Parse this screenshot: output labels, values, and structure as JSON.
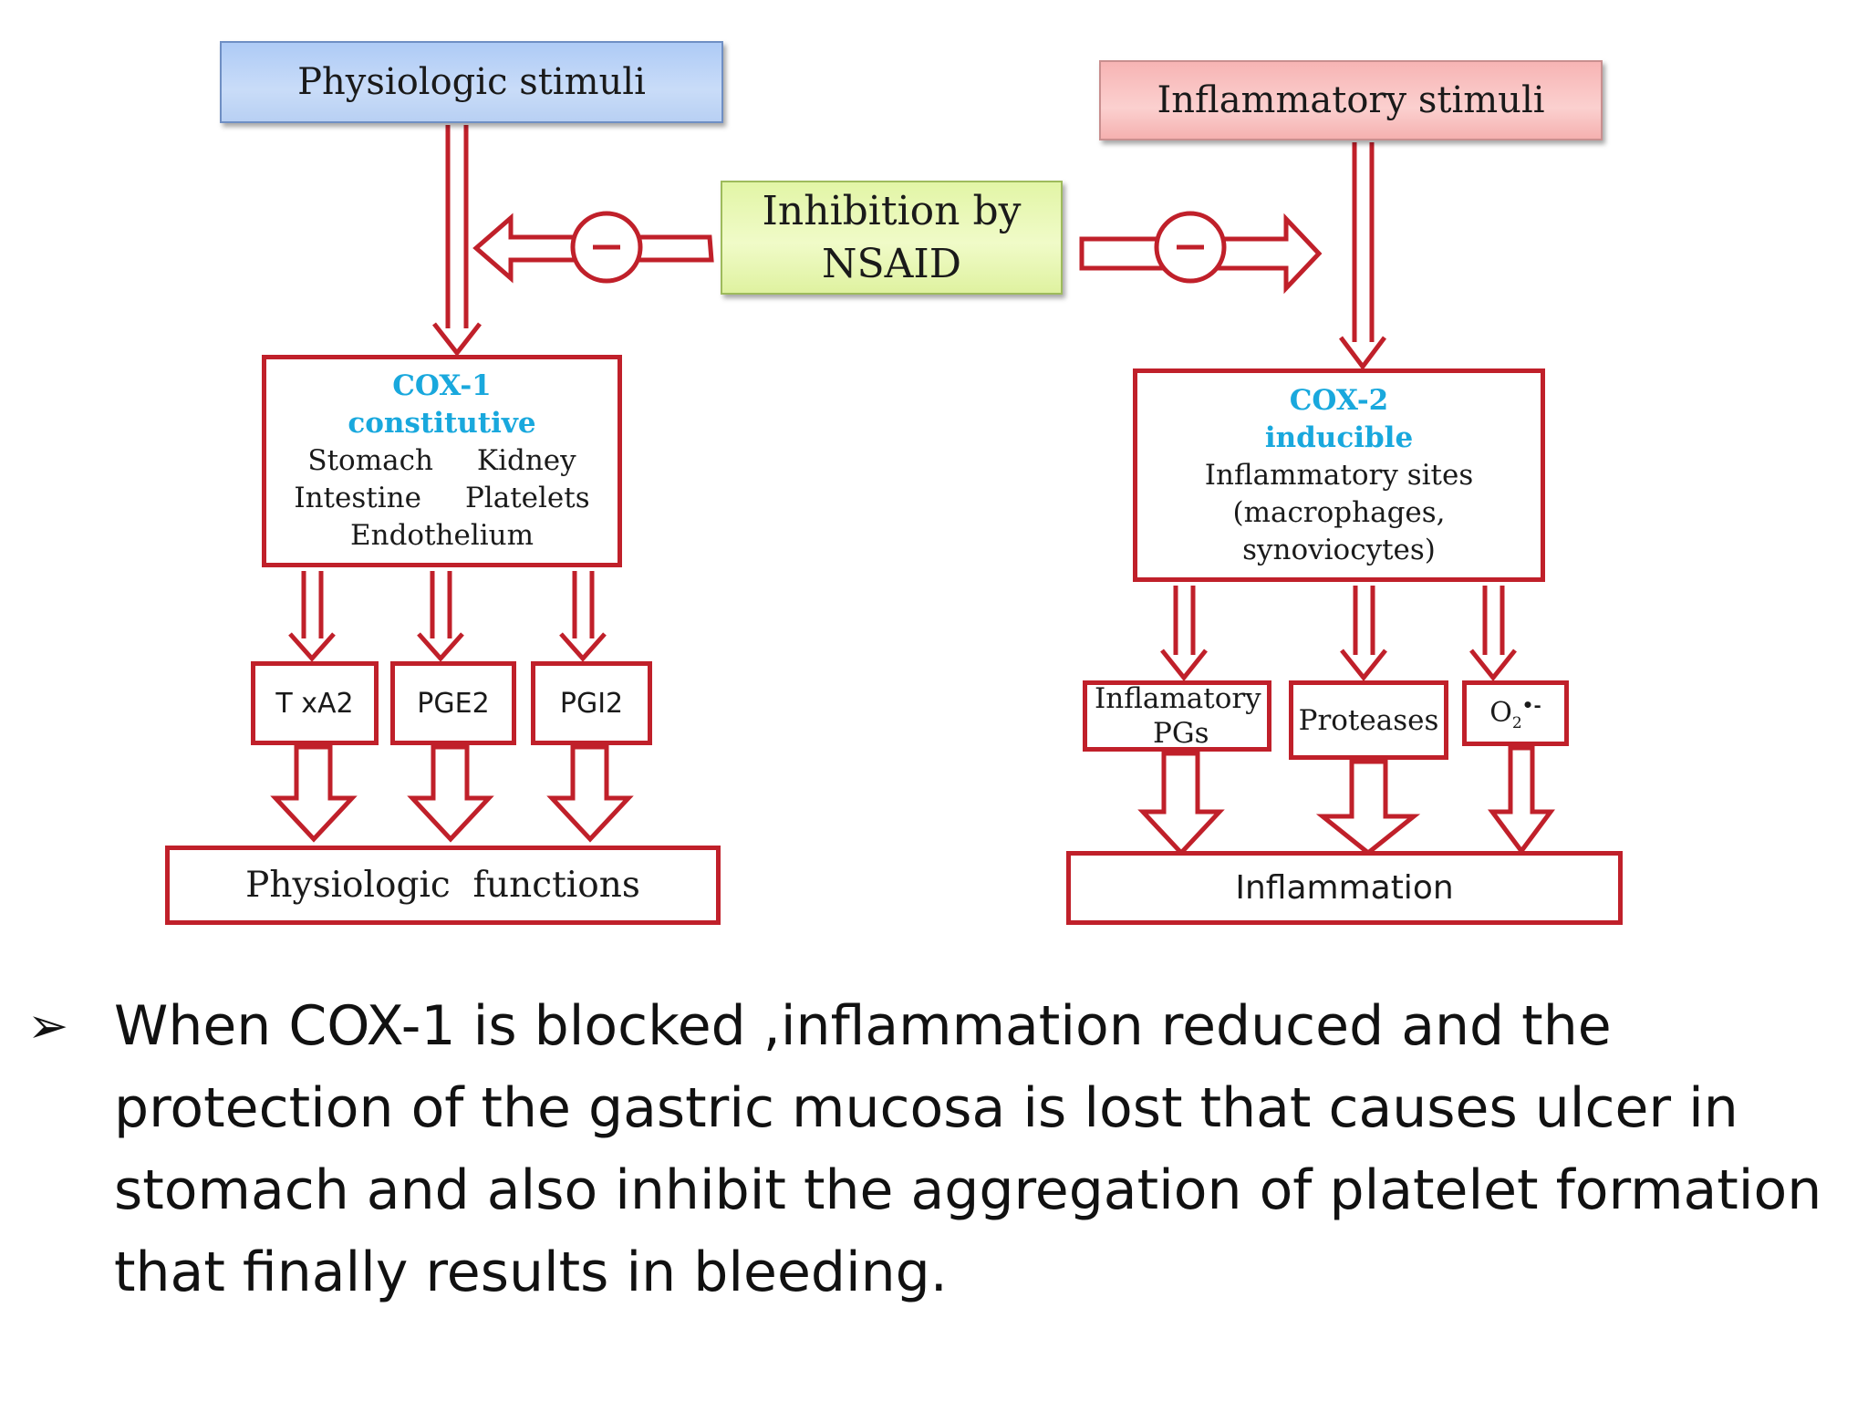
{
  "stimuli": {
    "physiologic": "Physiologic stimuli",
    "inflammatory": "Inflammatory stimuli"
  },
  "inhibition": {
    "line1": "Inhibition by",
    "line2": "NSAID",
    "minus_symbol": "−"
  },
  "cox1": {
    "title": "COX-1",
    "subtitle": "constitutive",
    "sites": [
      "Stomach",
      "Kidney",
      "Intestine",
      "Platelets",
      "Endothelium"
    ]
  },
  "cox2": {
    "title": "COX-2",
    "subtitle": "inducible",
    "line1": "Inflammatory sites",
    "line2": "(macrophages,",
    "line3": "synoviocytes)"
  },
  "products_cox1": [
    "T xA2",
    "PGE2",
    "PGI2"
  ],
  "products_cox2": {
    "inflamatory_line1": "Inflamatory",
    "inflamatory_line2": "PGs",
    "proteases": "Proteases",
    "o2_base": "O",
    "o2_sub": "2",
    "o2_sup": "•-"
  },
  "outcomes": {
    "physiologic": "Physiologic  functions",
    "inflammation": "Inflammation"
  },
  "note": {
    "bullet": "➢",
    "text": "When COX-1 is blocked ,inflammation reduced and the protection of the gastric mucosa is lost that causes ulcer in stomach and also inhibit the aggregation of platelet formation that finally results in bleeding."
  },
  "colors": {
    "arrow_red": "#c0202a",
    "cox_title_blue": "#19a8dd",
    "phys_stim_fill": "#c9dcf8",
    "infl_stim_fill": "#fbd0cf",
    "nsaid_fill": "#f0fbc8"
  }
}
